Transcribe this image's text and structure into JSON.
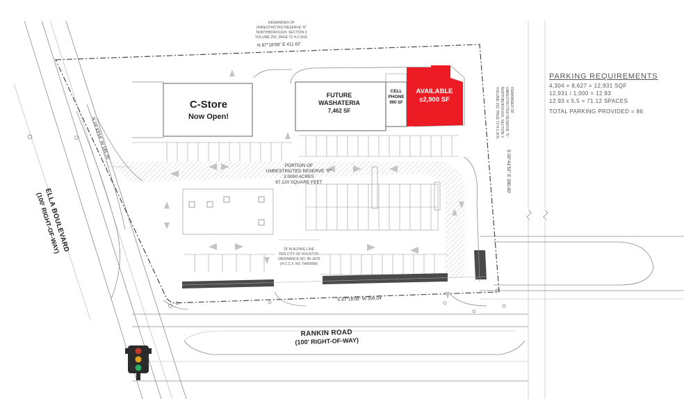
{
  "map": {
    "top_reserve_label": [
      "REMAINDER OF",
      "UNRESTRICTED RESERVE \"K\"",
      "NORTHBOROUGH, SECTION 3",
      "VOLUME 292, PAGE 72 H.C.M.R."
    ],
    "top_bearing": "N 87°18'08\" E  411.62'",
    "bottom_bearing": "S 87°18'08\" W  306.04'",
    "left_bearing": "N 24°43'54\" W  185.35'",
    "right_bearing": "S 02°41'52\" E  280.00'",
    "right_reserve_label": [
      "REMAINDER OF",
      "UNRESTRICTED RESERVE \"K\"",
      "NORTHBOROUGH, SECTION 3",
      "VOLUME 292, PAGE 72 H.C.M.R."
    ],
    "center_reserve_label": [
      "PORTION OF",
      "UNRESTRICTED RESERVE \"K\"",
      "2.0000 ACRES",
      "87,120 SQUARE FEET"
    ],
    "building_line_label": [
      "25' BUILDING LINE",
      "PER CITY OF HOUSTON",
      "ORDINANCE NO. 85-1878",
      "(H.C.C.F. NO. N450896)"
    ]
  },
  "buildings": {
    "cstore": {
      "name": "C-Store",
      "status": "Now Open!"
    },
    "washateria": {
      "name": "FUTURE WASHATERIA",
      "line1": "FUTURE",
      "line2": "WASHATERIA",
      "size": "7,462 SF"
    },
    "cell_phone": {
      "line1": "CELL",
      "line2": "PHONE",
      "size": "990 SF"
    },
    "available": {
      "label": "AVAILABLE",
      "size": "±2,900 SF",
      "color": "#ed1c24"
    }
  },
  "roads": {
    "ella": {
      "name": "ELLA BOULEVARD",
      "row": "(100' RIGHT-OF-WAY)"
    },
    "rankin": {
      "name": "RANKIN ROAD",
      "row": "(100' RIGHT-OF-WAY)"
    }
  },
  "parking": {
    "title": "PARKING REQUIREMENTS",
    "lines": [
      "4,304 + 8,627 = 12,931 SQF",
      "12,931 / 1,000 = 12.93",
      "12.93 x 5.5 = 71.12 SPACES"
    ],
    "total": "TOTAL PARKING PROVIDED = 86"
  },
  "icons": {
    "traffic_light": "traffic-light-icon",
    "north": "none"
  },
  "colors": {
    "available": "#ed1c24",
    "signal_red": "#c0392b",
    "signal_yellow": "#e0a21a",
    "signal_green": "#27ae60"
  }
}
